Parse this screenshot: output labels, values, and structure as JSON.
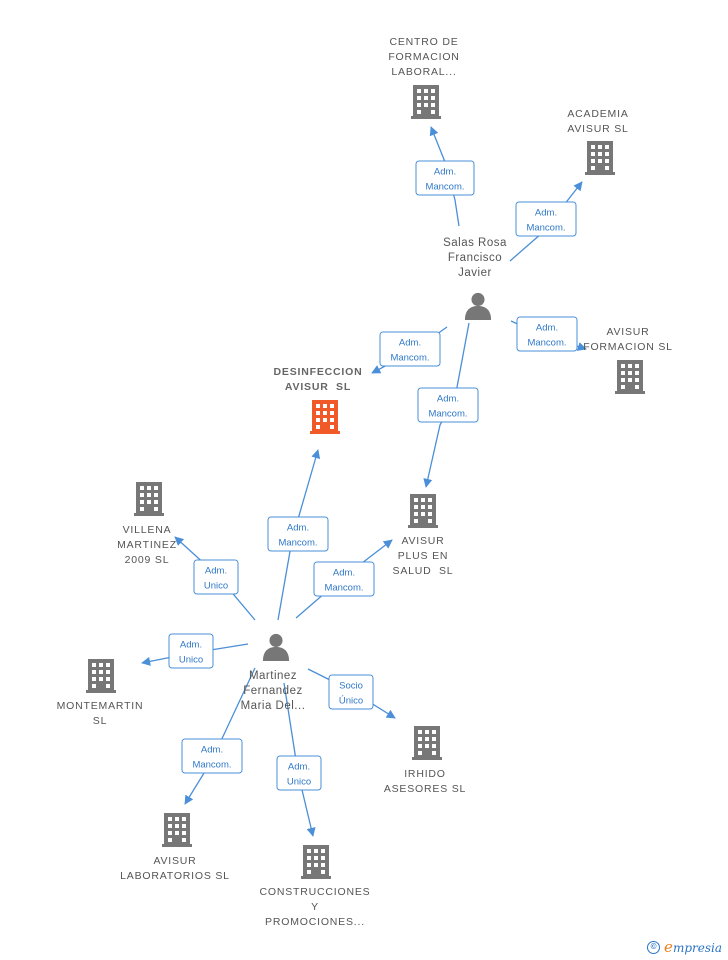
{
  "nodes": [
    {
      "id": "centro",
      "type": "company",
      "focus": false,
      "label": [
        "CENTRO DE",
        "FORMACION",
        "LABORAL..."
      ]
    },
    {
      "id": "academia",
      "type": "company",
      "focus": false,
      "label": [
        "ACADEMIA",
        "AVISUR SL"
      ]
    },
    {
      "id": "salas",
      "type": "person",
      "label": [
        "Salas Rosa",
        "Francisco",
        "Javier"
      ]
    },
    {
      "id": "formacion",
      "type": "company",
      "focus": false,
      "label": [
        "AVISUR",
        "FORMACION SL"
      ]
    },
    {
      "id": "desinfeccion",
      "type": "company",
      "focus": true,
      "label": [
        "DESINFECCION",
        "AVISUR  SL"
      ]
    },
    {
      "id": "plus",
      "type": "company",
      "focus": false,
      "label": [
        "AVISUR",
        "PLUS EN",
        "SALUD  SL"
      ]
    },
    {
      "id": "villena",
      "type": "company",
      "focus": false,
      "label": [
        "VILLENA",
        "MARTINEZ",
        "2009 SL"
      ]
    },
    {
      "id": "martinez",
      "type": "person",
      "label": [
        "Martinez",
        "Fernandez",
        "Maria Del..."
      ]
    },
    {
      "id": "montemartin",
      "type": "company",
      "focus": false,
      "label": [
        "MONTEMARTIN",
        "SL"
      ]
    },
    {
      "id": "irhido",
      "type": "company",
      "focus": false,
      "label": [
        "IRHIDO",
        "ASESORES SL"
      ]
    },
    {
      "id": "laboratorios",
      "type": "company",
      "focus": false,
      "label": [
        "AVISUR",
        "LABORATORIOS SL"
      ]
    },
    {
      "id": "construcciones",
      "type": "company",
      "focus": false,
      "label": [
        "CONSTRUCCIONES",
        "Y",
        "PROMOCIONES..."
      ]
    }
  ],
  "edges": [
    {
      "from": "salas",
      "to": "centro",
      "label": [
        "Adm.",
        "Mancom."
      ]
    },
    {
      "from": "salas",
      "to": "academia",
      "label": [
        "Adm.",
        "Mancom."
      ]
    },
    {
      "from": "salas",
      "to": "formacion",
      "label": [
        "Adm.",
        "Mancom."
      ]
    },
    {
      "from": "salas",
      "to": "desinfeccion",
      "label": [
        "Adm.",
        "Mancom."
      ]
    },
    {
      "from": "salas",
      "to": "plus",
      "label": [
        "Adm.",
        "Mancom."
      ]
    },
    {
      "from": "martinez",
      "to": "desinfeccion",
      "label": [
        "Adm.",
        "Mancom."
      ]
    },
    {
      "from": "martinez",
      "to": "plus",
      "label": [
        "Adm.",
        "Mancom."
      ]
    },
    {
      "from": "martinez",
      "to": "villena",
      "label": [
        "Adm.",
        "Unico"
      ]
    },
    {
      "from": "martinez",
      "to": "montemartin",
      "label": [
        "Adm.",
        "Unico"
      ]
    },
    {
      "from": "martinez",
      "to": "irhido",
      "label": [
        "Socio",
        "Único"
      ]
    },
    {
      "from": "martinez",
      "to": "laboratorios",
      "label": [
        "Adm.",
        "Mancom."
      ]
    },
    {
      "from": "martinez",
      "to": "construcciones",
      "label": [
        "Adm.",
        "Unico"
      ]
    }
  ],
  "colors": {
    "edge": "#4a8fd8",
    "building": "#777777",
    "focus_building": "#f05a28",
    "person": "#777777"
  },
  "footer": {
    "copyright_symbol": "©",
    "brand_first": "e",
    "brand_rest": "mpresia"
  }
}
